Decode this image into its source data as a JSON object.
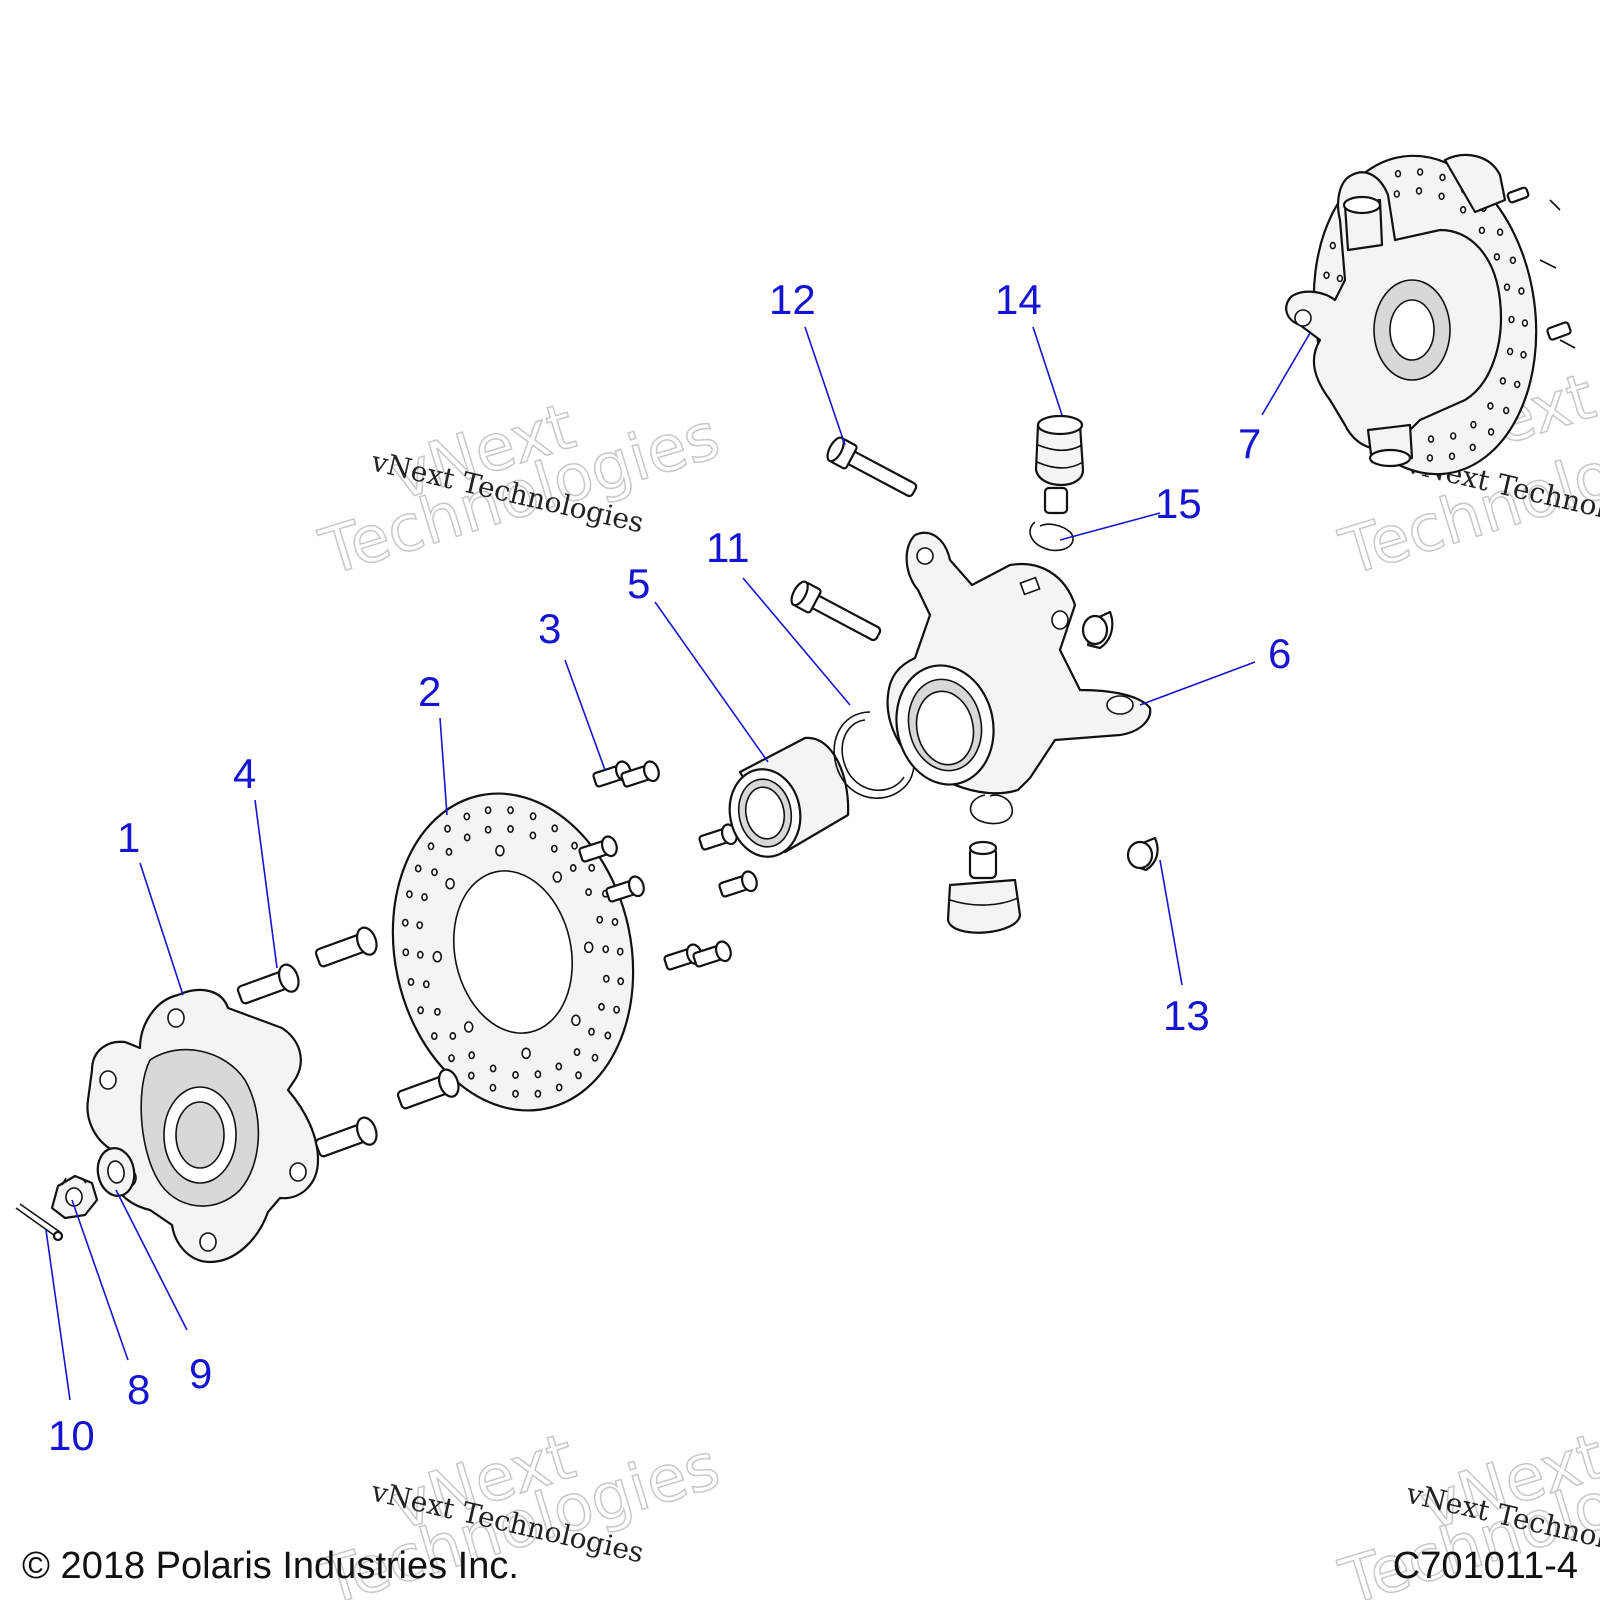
{
  "callouts": [
    {
      "n": "1"
    },
    {
      "n": "2"
    },
    {
      "n": "3"
    },
    {
      "n": "4"
    },
    {
      "n": "5"
    },
    {
      "n": "6"
    },
    {
      "n": "7"
    },
    {
      "n": "8"
    },
    {
      "n": "9"
    },
    {
      "n": "10"
    },
    {
      "n": "11"
    },
    {
      "n": "12"
    },
    {
      "n": "13"
    },
    {
      "n": "14"
    },
    {
      "n": "15"
    }
  ],
  "watermark": {
    "small": "vNext Technologies",
    "big_line1": "vNext",
    "big_line2": "Technologies",
    "truncated_small": "vNext Technolo"
  },
  "footer": {
    "copyright": "© 2018 Polaris Industries Inc.",
    "figure_id": "C701011-4"
  },
  "colors": {
    "callout": "#1414d2",
    "line": "#111111",
    "fill": "#f4f4f4",
    "watermark": "#c8c8c8"
  }
}
